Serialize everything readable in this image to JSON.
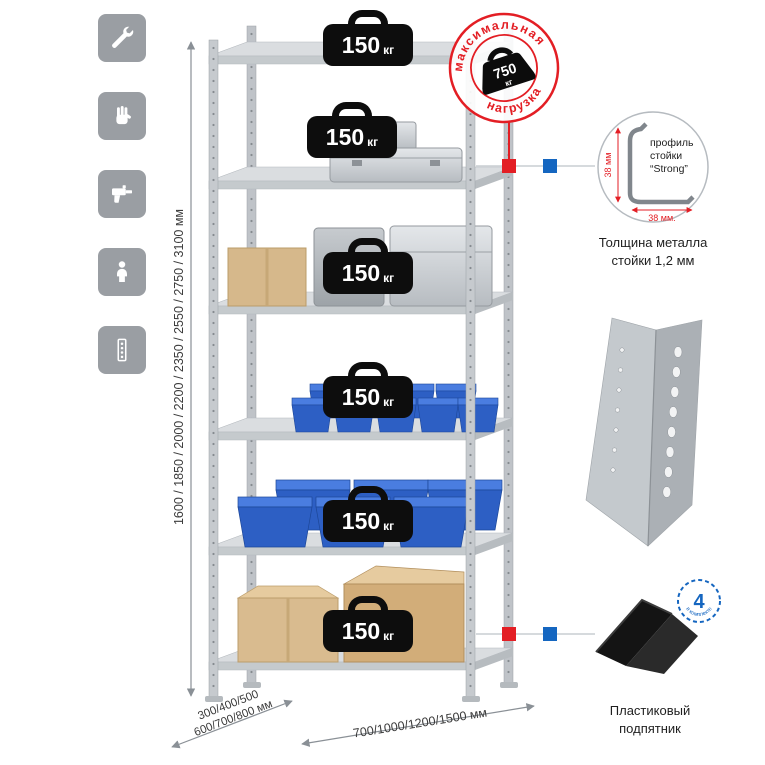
{
  "colors": {
    "accent_red": "#e31e24",
    "accent_blue": "#1566c0",
    "bin_blue": "#2d5fc4",
    "metal_grey": "#c9cdd1",
    "box_tan": "#d8ba8e"
  },
  "sidebar": {
    "icons": [
      {
        "name": "wrench"
      },
      {
        "name": "glove"
      },
      {
        "name": "drill"
      },
      {
        "name": "person"
      },
      {
        "name": "perforated-post"
      }
    ]
  },
  "dimensions": {
    "height": "1600 / 1850 / 2000 / 2200 / 2350 / 2550 / 2750 / 3100 мм",
    "depth_line1": "300/400/500",
    "depth_line2": "600/700/800 мм",
    "width": "700/1000/1200/1500 мм"
  },
  "shelf_load": {
    "value": "150",
    "unit": "кг"
  },
  "stamp": {
    "arc_top": "максимальная",
    "arc_bottom": "нагрузка",
    "weight_value": "750",
    "weight_unit": "кг"
  },
  "profile_callout": {
    "dim_vertical": "38 мм",
    "dim_horizontal": "38 мм.",
    "label_line1": "профиль",
    "label_line2": "стойки",
    "label_line3": "“Strong”",
    "caption_line1": "Толщина металла",
    "caption_line2": "стойки 1,2 мм"
  },
  "foot": {
    "badge_value": "4",
    "badge_text": "в комплекте",
    "caption_line1": "Пластиковый",
    "caption_line2": "подпятник"
  }
}
